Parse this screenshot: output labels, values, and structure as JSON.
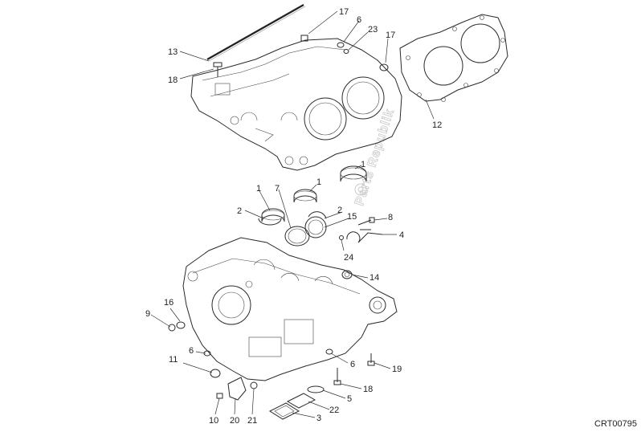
{
  "watermark": "Parts Republik",
  "drawing_code": "CRT00795",
  "callouts": [
    {
      "id": "c13a",
      "text": "13"
    },
    {
      "id": "c18a",
      "text": "18"
    },
    {
      "id": "c17a",
      "text": "17"
    },
    {
      "id": "c6a",
      "text": "6"
    },
    {
      "id": "c23",
      "text": "23"
    },
    {
      "id": "c17b",
      "text": "17"
    },
    {
      "id": "c12",
      "text": "12"
    },
    {
      "id": "c1a",
      "text": "1"
    },
    {
      "id": "c7",
      "text": "7"
    },
    {
      "id": "c1b",
      "text": "1"
    },
    {
      "id": "c1c",
      "text": "1"
    },
    {
      "id": "c2a",
      "text": "2"
    },
    {
      "id": "c2b",
      "text": "2"
    },
    {
      "id": "c15",
      "text": "15"
    },
    {
      "id": "c8",
      "text": "8"
    },
    {
      "id": "c4",
      "text": "4"
    },
    {
      "id": "c24",
      "text": "24"
    },
    {
      "id": "c14",
      "text": "14"
    },
    {
      "id": "c9",
      "text": "9"
    },
    {
      "id": "c16",
      "text": "16"
    },
    {
      "id": "c6b",
      "text": "6"
    },
    {
      "id": "c11",
      "text": "11"
    },
    {
      "id": "c6c",
      "text": "6"
    },
    {
      "id": "c19",
      "text": "19"
    },
    {
      "id": "c18b",
      "text": "18"
    },
    {
      "id": "c5",
      "text": "5"
    },
    {
      "id": "c22",
      "text": "22"
    },
    {
      "id": "c3",
      "text": "3"
    },
    {
      "id": "c10",
      "text": "10"
    },
    {
      "id": "c20",
      "text": "20"
    },
    {
      "id": "c21",
      "text": "21"
    }
  ]
}
